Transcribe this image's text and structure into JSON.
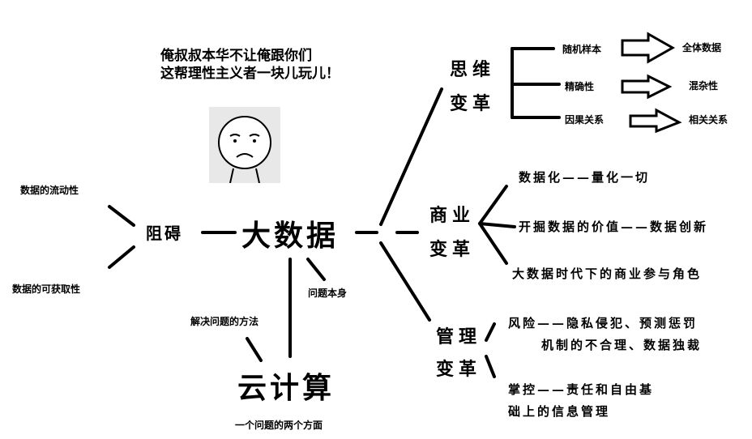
{
  "header": {
    "line1": "俺叔叔本华不让俺跟你们",
    "line2": "这帮理性主义者一块儿玩儿！"
  },
  "center": "大数据",
  "obstacle": {
    "label": "阻碍",
    "items": [
      "数据的流动性",
      "数据的可获取性"
    ]
  },
  "cloud": {
    "label": "云计算",
    "problem": "问题本身",
    "method": "解决问题的方法",
    "caption": "一个问题的两个方面"
  },
  "thinking": {
    "label1": "思维",
    "label2": "变革",
    "rows": [
      {
        "from": "随机样本",
        "to": "全体数据"
      },
      {
        "from": "精确性",
        "to": "混杂性"
      },
      {
        "from": "因果关系",
        "to": "相关关系"
      }
    ]
  },
  "business": {
    "label1": "商业",
    "label2": "变革",
    "items": [
      "数据化——量化一切",
      "开掘数据的价值——数据创新",
      "大数据时代下的商业参与角色"
    ]
  },
  "management": {
    "label1": "管理",
    "label2": "变革",
    "risk1": "风险——隐私侵犯、预测惩罚",
    "risk2": "机制的不合理、数据独裁",
    "control1": "掌控——责任和自由基",
    "control2": "础上的信息管理"
  }
}
